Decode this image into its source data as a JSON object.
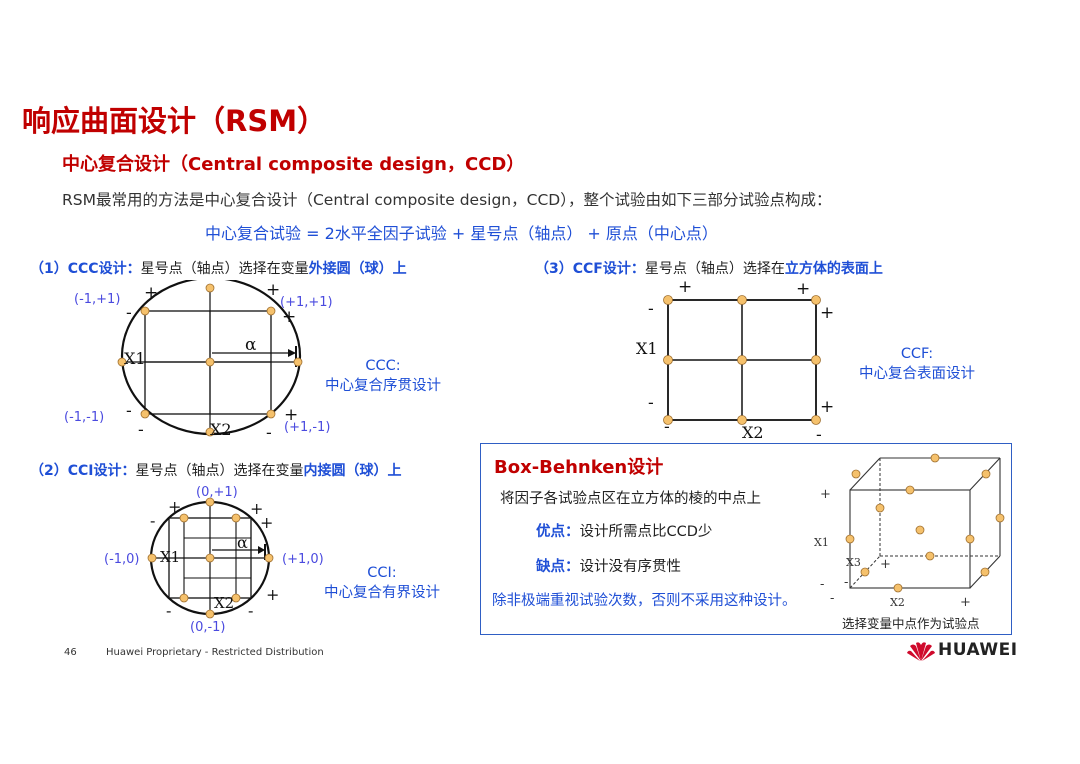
{
  "title": "响应曲面设计（RSM）",
  "subtitle": "中心复合设计（Central composite design，CCD）",
  "intro": "RSM最常用的方法是中心复合设计（Central composite design，CCD），整个试验由如下三部分试验点构成：",
  "formula": "中心复合试验 = 2水平全因子试验 + 星号点（轴点） + 原点（中心点）",
  "ccc": {
    "num": "（1）",
    "key": "CCC设计：",
    "desc": "星号点（轴点）选择在变量",
    "emph": "外接圆（球）上",
    "labels": {
      "tl": "(-1,+1)",
      "tr": "(+1,+1)",
      "bl": "(-1,-1)",
      "br": "(+1,-1)",
      "x1": "X1",
      "x2": "X2",
      "alpha": "α"
    },
    "caption_line1": "CCC:",
    "caption_line2": "中心复合序贯设计"
  },
  "cci": {
    "num": "（2）",
    "key": "CCI设计：",
    "desc": "星号点（轴点）选择在变量",
    "emph": "内接圆（球）上",
    "labels": {
      "top": "(0,+1)",
      "left": "(-1,0)",
      "right": "(+1,0)",
      "bottom": "(0,-1)",
      "x1": "X1",
      "x2": "X2",
      "alpha": "α"
    },
    "caption_line1": "CCI:",
    "caption_line2": "中心复合有界设计"
  },
  "ccf": {
    "num": "（3）",
    "key": "CCF设计：",
    "desc": "星号点（轴点）选择在",
    "emph": "立方体的表面上",
    "labels": {
      "x1": "X1",
      "x2": "X2"
    },
    "caption_line1": "CCF:",
    "caption_line2": "中心复合表面设计"
  },
  "bb": {
    "title": "Box-Behnken设计",
    "desc": "将因子各试验点区在立方体的棱的中点上",
    "pro_key": "优点：",
    "pro": "设计所需点比CCD少",
    "con_key": "缺点：",
    "con": "设计没有序贯性",
    "note": "除非极端重视试验次数，否则不采用这种设计。",
    "labels": {
      "x1": "X1",
      "x2": "X2",
      "x3": "X3"
    },
    "caption": "选择变量中点作为试验点"
  },
  "footer": {
    "page": "46",
    "text": "Huawei Proprietary - Restricted Distribution",
    "logo": "HUAWEI"
  },
  "colors": {
    "title_red": "#c00000",
    "accent_blue": "#1f4fd6",
    "point_fill": "#f5c16c",
    "label_blue": "#4a4adf"
  }
}
